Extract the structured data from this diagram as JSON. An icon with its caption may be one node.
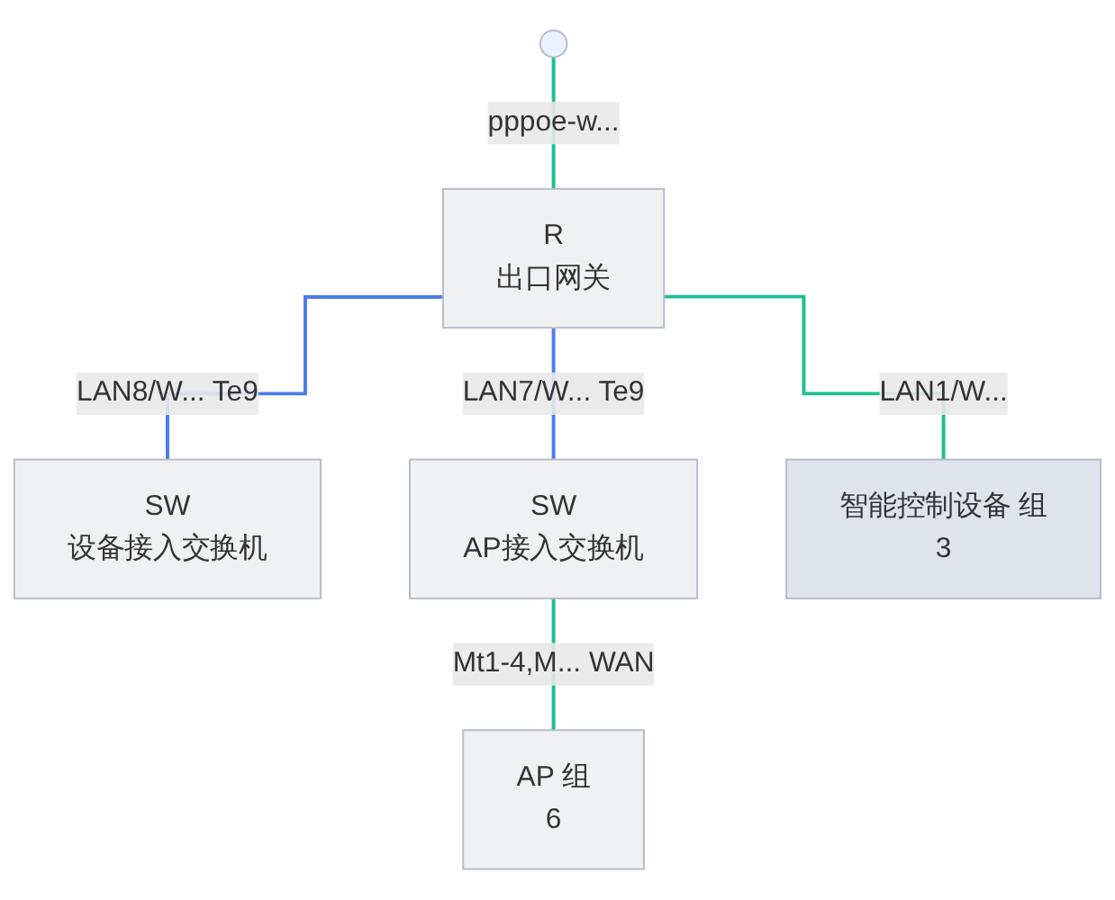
{
  "diagram": {
    "nodes": [
      {
        "text": [],
        "shape": "circle"
      },
      {
        "text": [
          "R",
          "出口网关"
        ]
      },
      {
        "text": [
          "SW",
          "设备接入交换机"
        ]
      },
      {
        "text": [
          "SW",
          "AP接入交换机"
        ]
      },
      {
        "text": [
          "智能控制设备 组",
          "3"
        ]
      },
      {
        "text": [
          "AP 组",
          "6"
        ]
      }
    ],
    "edges": [
      {
        "from": 0,
        "to": 1,
        "arrow": "none",
        "label": "pppoe-w..."
      },
      {
        "from": 1,
        "to": 2,
        "arrow": "none",
        "label": "LAN8/W... Te9",
        "color": "#4a7cf0"
      },
      {
        "from": 1,
        "to": 3,
        "arrow": "none",
        "label": "LAN7/W... Te9",
        "color": "#4a7cf0"
      },
      {
        "from": 1,
        "to": 4,
        "arrow": "none",
        "label": "LAN1/W..."
      },
      {
        "from": 3,
        "to": 5,
        "arrow": "none",
        "label": "Mt1-4,M... WAN"
      }
    ]
  }
}
